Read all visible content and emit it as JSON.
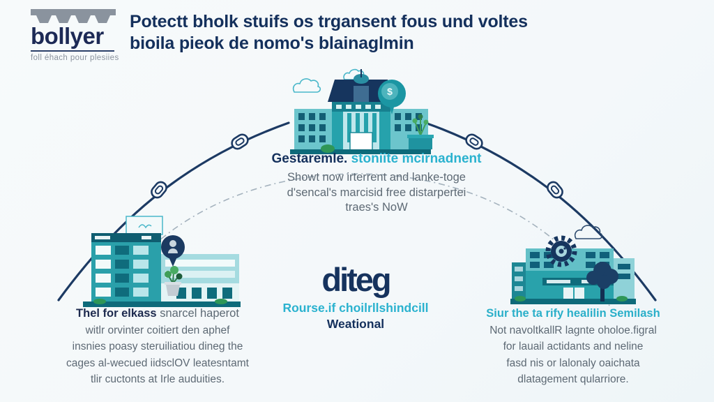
{
  "colors": {
    "background": "#f5f8fa",
    "navy": "#16335e",
    "arc_navy": "#1c3a63",
    "teal_text": "#2ab2cf",
    "body_gray": "#5d6974",
    "building_teal": "#29a2ab",
    "building_light_teal": "#a5dbe0",
    "dark_teal": "#0f6c7c",
    "plant_green": "#2f9657"
  },
  "logo": {
    "wordmark": "bollyer",
    "tagline": "foll éhach pour plesiies"
  },
  "title": {
    "line1": "Potectt bholk stuifs os trgansent fous und voltes",
    "line2": "bioila pieok de nomo's blainaglmin"
  },
  "top_node": {
    "heading_dark": "Gestaremle.",
    "heading_teal": " stoniite mcirnadnent",
    "lines": [
      "Showt now irterrent and lanke-toge",
      "d'sencal's marcisid free distarpertei",
      "traes's NoW"
    ]
  },
  "center_node": {
    "wordmark": "diteg",
    "subline_teal": "Rourse.if choilrllshindcill",
    "subline_dark": "Weational"
  },
  "left_node": {
    "heading_bold": "Thel for elkass",
    "heading_rest": " snarcel haperot",
    "lines": [
      "witlr orvinter coitiert den aphef",
      "insnies poasy steruiliatiou dineg the",
      "cages al-wecued iidsclOV leatesntamt",
      "tlir cuctonts at Irle auduities."
    ]
  },
  "right_node": {
    "heading": "Siur the ta rify healilin Semilash",
    "lines": [
      "Not navoltkallR lagnte oholoe.figral",
      "for lauail actidants and neline",
      "fasd nis or lalonaly oaichata",
      "dlatagement qularriore."
    ]
  },
  "icons": {
    "dollar_symbol": "$"
  }
}
